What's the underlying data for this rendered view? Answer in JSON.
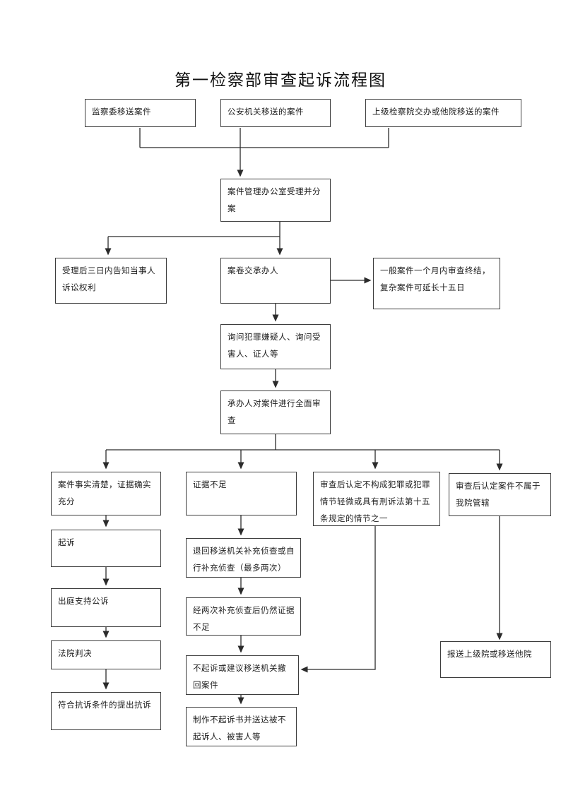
{
  "title": "第一检察部审查起诉流程图",
  "nodes": {
    "supervisory_committee": "监察委移送案件",
    "police_transferred": "公安机关移送的案件",
    "superior_procuratorate": "上级检察院交办或他院移送的案件",
    "case_management_office": "案件管理办公室受理并分\n案",
    "notify_parties_rights": "受理后三日内告知当事人\n诉讼权利",
    "file_to_handler": "案卷交承办人",
    "time_limit_note": "一般案件一个月内审查终结，\n复杂案件可延长十五日",
    "interrogate_suspect": "询问犯罪嫌疑人、询问受\n害人、证人等",
    "comprehensive_review": "承办人对案件进行全面审\n查",
    "facts_clear": "案件事实清楚，证据确实\n充分",
    "prosecute": "起诉",
    "support_prosecution_in_court": "出庭支持公诉",
    "court_judgment": "法院判决",
    "protest_if_conditions_met": "符合抗诉条件的提出抗诉",
    "insufficient_evidence": "证据不足",
    "return_supplementary_investigation": "退回移送机关补充侦查或自\n行补充侦查（最多两次）",
    "still_insufficient_after_two": "经两次补充侦查后仍然证据\n不足",
    "no_prosecution_or_withdraw": "不起诉或建议移送机关撤\n回案件",
    "serve_non_prosecution_decision": "制作不起诉书并送达被不\n起诉人、被害人等",
    "not_crime_or_minor": "审查后认定不构成犯罪或犯罪\n情节轻微或具有刑诉法第十五\n条规定的情节之一",
    "not_our_jurisdiction": "审查后认定案件不属于\n我院管辖",
    "report_superior_or_transfer": "报送上级院或移送他院"
  },
  "colors": {
    "line": "#2b2b2b",
    "box_border": "#3d3d3d",
    "text": "#1c1c1c",
    "background": "#ffffff"
  }
}
